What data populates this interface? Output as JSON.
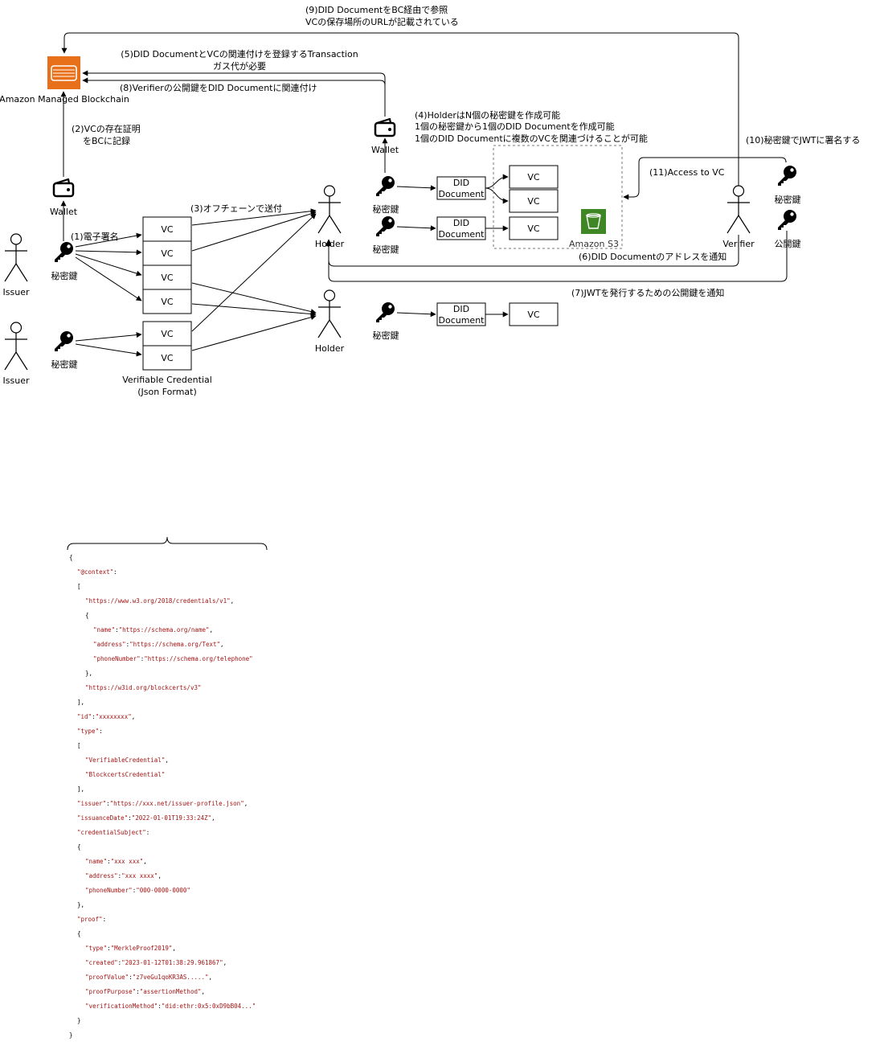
{
  "annotations": {
    "a1": "(1)電子署名",
    "a2": [
      "(2)VCの存在証明",
      "をBCに記録"
    ],
    "a3": "(3)オフチェーンで送付",
    "a4": [
      "(4)HolderはN個の秘密鍵を作成可能",
      "1個の秘密鍵から1個のDID Documentを作成可能",
      "1個のDID Documentに複数のVCを関連づけることが可能"
    ],
    "a5": [
      "(5)DID DocumentとVCの関連付けを登録するTransaction",
      "ガス代が必要"
    ],
    "a6": "(6)DID Documentのアドレスを通知",
    "a7": "(7)JWTを発行するための公開鍵を通知",
    "a8": "(8)Verifierの公開鍵をDID Documentに関連付け",
    "a9": [
      "(9)DID DocumentをBC経由で参照",
      "VCの保存場所のURLが記載されている"
    ],
    "a10": "(10)秘密鍵でJWTに署名する",
    "a11": "(11)Access to VC"
  },
  "labels": {
    "blockchain": "Amazon Managed Blockchain",
    "wallet": "Wallet",
    "private_key": "秘密鍵",
    "public_key": "公開鍵",
    "issuer": "Issuer",
    "holder": "Holder",
    "verifier": "Verifier",
    "vc": "VC",
    "did_document": [
      "DID",
      "Document"
    ],
    "s3": "Amazon S3",
    "vc_caption": [
      "Verifiable Credential",
      "(Json Format)"
    ]
  },
  "json_sample": [
    "{",
    "  \"@context\":",
    "  [",
    "    \"https://www.w3.org/2018/credentials/v1\",",
    "    {",
    "      \"name\":\"https://schema.org/name\",",
    "      \"address\":\"https://schema.org/Text\",",
    "      \"phoneNumber\":\"https://schema.org/telephone\"",
    "    },",
    "    \"https://w3id.org/blockcerts/v3\"",
    "  ],",
    "  \"id\":\"xxxxxxxx\",",
    "  \"type\":",
    "  [",
    "    \"VerifiableCredential\",",
    "    \"BlockcertsCredential\"",
    "  ],",
    "  \"issuer\":\"https://xxx.net/issuer-profile.json\",",
    "  \"issuanceDate\":\"2022-01-01T19:33:24Z\",",
    "  \"credentialSubject\":",
    "  {",
    "    \"name\":\"xxx xxx\",",
    "    \"address\":\"xxx xxxx\",",
    "    \"phoneNumber\":\"000-0000-0000\"",
    "  },",
    "  \"proof\":",
    "  {",
    "    \"type\":\"MerkleProof2019\",",
    "    \"created\":\"2023-01-12T01:38:29.961867\",",
    "    \"proofValue\":\"z7veGu1qoKR3AS.....\",",
    "    \"proofPurpose\":\"assertionMethod\",",
    "    \"verificationMethod\":\"did:ethr:0x5:0xD9bB04...\"",
    "  }",
    "}"
  ],
  "colors": {
    "blockchain_orange": "#e8701a",
    "s3_green": "#3f8624",
    "code_string": "#a31515"
  }
}
